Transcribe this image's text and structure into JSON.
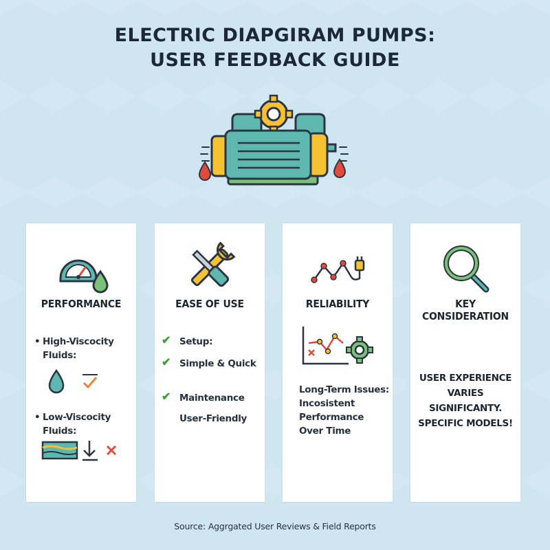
{
  "title": {
    "line1": "ELECTRIC DIAPGIRAM PUMPS:",
    "line2": "USER FEEDBACK GUIDE"
  },
  "cards": {
    "performance": {
      "title": "PERFORMANCE",
      "icon": "gauge-droplet-icon",
      "high_line1": "High-Viscocity",
      "high_line2": "Fluids:",
      "low_line1": "Low-Viscocity",
      "low_line2": "Fluids:"
    },
    "ease": {
      "title": "EASE OF USE",
      "icon": "wrench-screwdriver-icon",
      "setup": "Setup:",
      "simple": "Simple & Quick",
      "maintenance": "Maintenance",
      "user_friendly": "User-Friendly"
    },
    "reliability": {
      "title": "RELIABILITY",
      "icon": "graph-plug-icon",
      "line1": "Long-Term Issues:",
      "line2": "Incosistent",
      "line3": "Performance",
      "line4": "Over Time"
    },
    "key": {
      "title": "KEY CONSIDERATION",
      "icon": "magnifier-icon",
      "line1": "USER EXPERIENCE",
      "line2": "VARIES",
      "line3": "SIGNIFICANTY.",
      "line4": "SPECIFIC MODELS!"
    }
  },
  "source": "Source: Aggrgated User Reviews & Field Reports",
  "colors": {
    "background": "#cfe6f1",
    "teal": "#5fb8b0",
    "yellow": "#f4c233",
    "green": "#7cc07a",
    "red": "#e24b3b",
    "outline": "#2b3542"
  }
}
